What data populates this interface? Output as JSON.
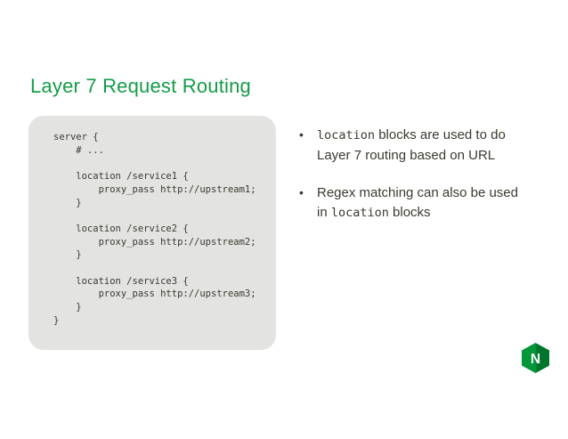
{
  "slide": {
    "title": "Layer 7 Request Routing"
  },
  "colors": {
    "title_green": "#149c47",
    "code_bg": "#e3e3e1",
    "body_text": "#3a3a30",
    "logo_green": "#009639",
    "logo_dark_green": "#00752d",
    "logo_letter_white": "#ffffff"
  },
  "bullet_char": "•",
  "code_block": {
    "lines": [
      "server {",
      "    # ...",
      "",
      "    location /service1 {",
      "        proxy_pass http://upstream1;",
      "    }",
      "",
      "    location /service2 {",
      "        proxy_pass http://upstream2;",
      "    }",
      "",
      "    location /service3 {",
      "        proxy_pass http://upstream3;",
      "    }",
      "}"
    ]
  },
  "bullets": [
    {
      "lines": [
        [
          {
            "t": "location",
            "mono": true
          },
          {
            "t": " blocks are used to do",
            "mono": false
          }
        ],
        [
          {
            "t": "Layer 7 routing based on URL",
            "mono": false
          }
        ]
      ]
    },
    {
      "lines": [
        [
          {
            "t": "Regex matching can also be used",
            "mono": false
          }
        ],
        [
          {
            "t": "in ",
            "mono": false
          },
          {
            "t": "location",
            "mono": true
          },
          {
            "t": " blocks",
            "mono": false
          }
        ]
      ]
    }
  ],
  "logo": {
    "letter": "N"
  }
}
